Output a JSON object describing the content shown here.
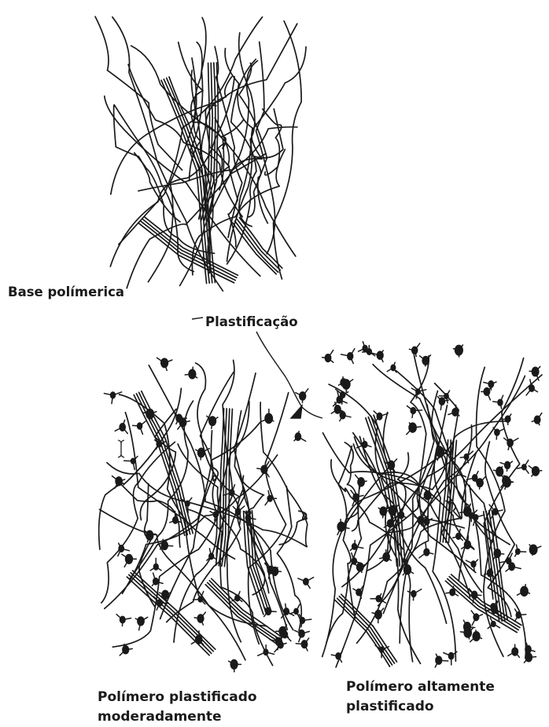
{
  "labels": {
    "base": "Base polímerica",
    "process": "Plastificação",
    "moderate_line1": "Polímero plastificado",
    "moderate_line2": "moderadamente",
    "high_line1": "Polímero altamente",
    "high_line2": "plastificado"
  },
  "colors": {
    "ink": "#1a1a1a",
    "background": "#ffffff"
  },
  "icons": [
    "text-cursor-icon"
  ]
}
